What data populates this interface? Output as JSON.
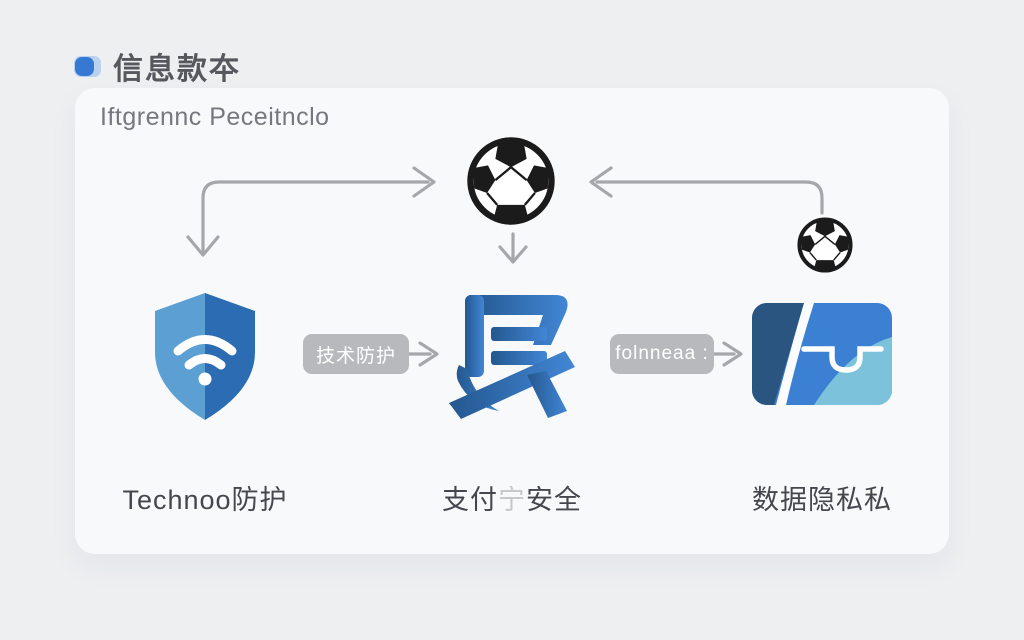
{
  "header": {
    "title": "信息款夲"
  },
  "card": {
    "subtitle": "Iftgrennc Peceitnclo",
    "connector_labels": [
      {
        "text": "技术防护"
      },
      {
        "text": "folnneaa :"
      }
    ],
    "nodes": [
      {
        "icon": "shield-wifi-icon",
        "label": "Technoo防护"
      },
      {
        "icon": "payment-glyph-icon",
        "label_prefix": "支付",
        "label_faint": "宁",
        "label_suffix": "安全"
      },
      {
        "icon": "wallet-card-icon",
        "label": "数据隐私私"
      }
    ],
    "decorations": {
      "top_center": "soccer-ball-icon",
      "right_small": "soccer-ball-small-icon"
    }
  },
  "icons": {
    "header_bullet": "bullet-icon",
    "arrows": [
      "corner-arrow-left",
      "corner-arrow-right",
      "down-chevron",
      "label-arrow-1",
      "label-arrow-2"
    ]
  },
  "colors": {
    "background": "#edeff1",
    "card": "#f8f9fa",
    "accent_blue": "#3579d3",
    "shield_left": "#5b9fd3",
    "shield_right": "#2b6cb3",
    "glyph_blue_dark": "#24588f",
    "glyph_blue_light": "#4286d6",
    "wallet_dark": "#2a5580",
    "wallet_mid": "#3b80d2",
    "wallet_light": "#7cc2db",
    "connector_gray": "#a5a8ab",
    "label_box_gray": "#b7b9bc",
    "text_dark": "#44484e",
    "text_gray": "#75797f",
    "ball_black": "#1b1b1b"
  }
}
